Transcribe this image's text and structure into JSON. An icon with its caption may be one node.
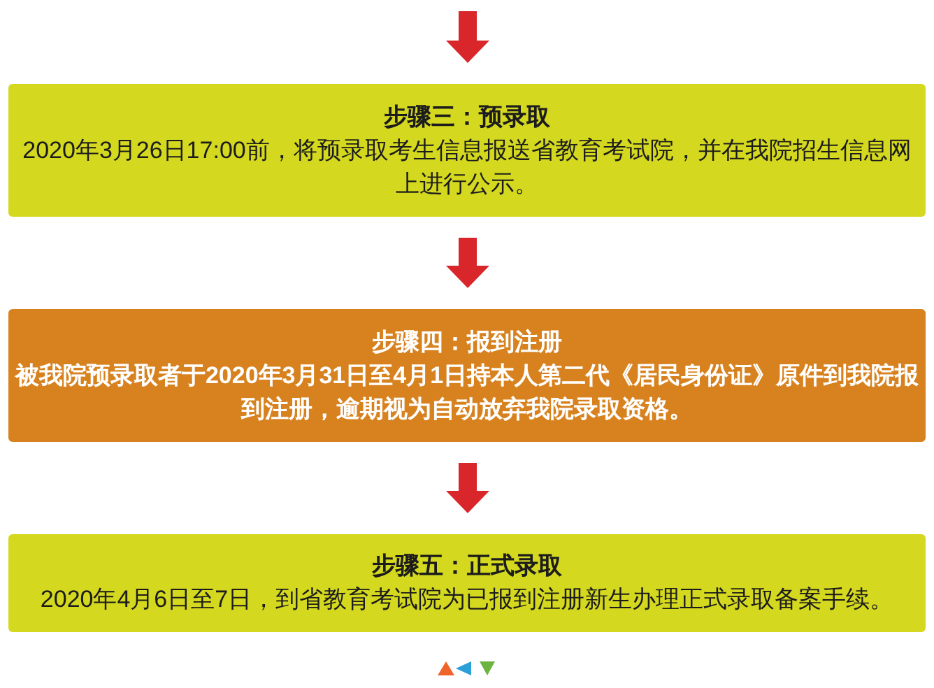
{
  "diagram": {
    "nodes": [
      {
        "text": [
          "步骤三：预录取",
          "2020年3月26日17:00前，将预录取考生信息报送省教育考试院，并在我院招生信息网上进行公示。"
        ]
      },
      {
        "text": [
          "步骤四：报到注册",
          "被我院预录取者于2020年3月31日至4月1日持本人第二代《居民身份证》原件到我院报到注册，逾期视为自动放弃我院录取资格。"
        ]
      },
      {
        "text": [
          "步骤五：正式录取",
          "2020年4月6日至7日，到省教育考试院为已报到注册新生办理正式录取备案手续。"
        ]
      }
    ],
    "edges": [
      {
        "from": null,
        "to": 0,
        "arrow": "to",
        "style": "thick"
      },
      {
        "from": 0,
        "to": 1,
        "arrow": "to",
        "style": "thick"
      },
      {
        "from": 1,
        "to": 2,
        "arrow": "to",
        "style": "thick"
      }
    ]
  }
}
